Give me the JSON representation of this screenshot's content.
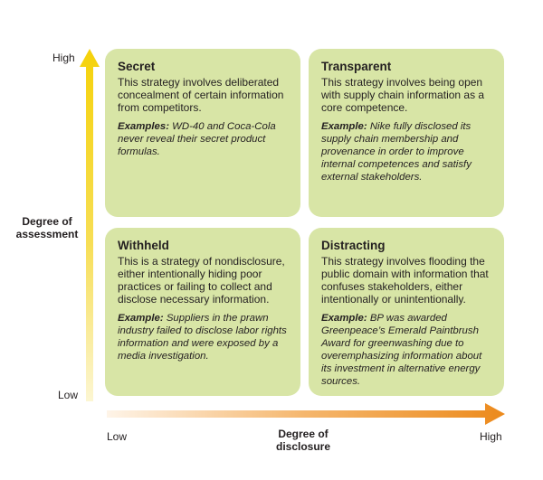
{
  "y_axis": {
    "title_line1": "Degree of",
    "title_line2": "assessment",
    "high": "High",
    "low": "Low"
  },
  "x_axis": {
    "title_line1": "Degree of",
    "title_line2": "disclosure",
    "low": "Low",
    "high": "High"
  },
  "quadrants": [
    {
      "title": "Secret",
      "description": "This strategy involves deliberated concealment of certain information from competitors.",
      "example_label": "Examples:",
      "example_text": " WD-40 and Coca-Cola never reveal their secret product formulas."
    },
    {
      "title": "Transparent",
      "description": "This strategy involves being open with supply chain information as a core competence.",
      "example_label": "Example:",
      "example_text": " Nike fully disclosed its supply chain membership and provenance in order to improve internal competences and satisfy external stakeholders."
    },
    {
      "title": "Withheld",
      "description": "This is a strategy of nondisclosure, either intentionally hiding poor practices or failing to collect and disclose necessary information.",
      "example_label": "Example:",
      "example_text": " Suppliers in the prawn industry failed to disclose labor rights information and were exposed by a media investigation."
    },
    {
      "title": "Distracting",
      "description": "This strategy involves flooding the public domain with information that confuses stakeholders, either intentionally or unintentionally.",
      "example_label": "Example:",
      "example_text": " BP was awarded Greenpeace’s Emerald Paintbrush Award for greenwashing due to overemphasizing information about its investment in alternative energy sources."
    }
  ],
  "colors": {
    "quadrant_fill": "#d8e5a6",
    "y_arrow_top": "#f5d20a",
    "y_arrow_bottom": "#fbf3c4",
    "x_arrow_left": "#fdf0e0",
    "x_arrow_right": "#ec8a1c"
  }
}
